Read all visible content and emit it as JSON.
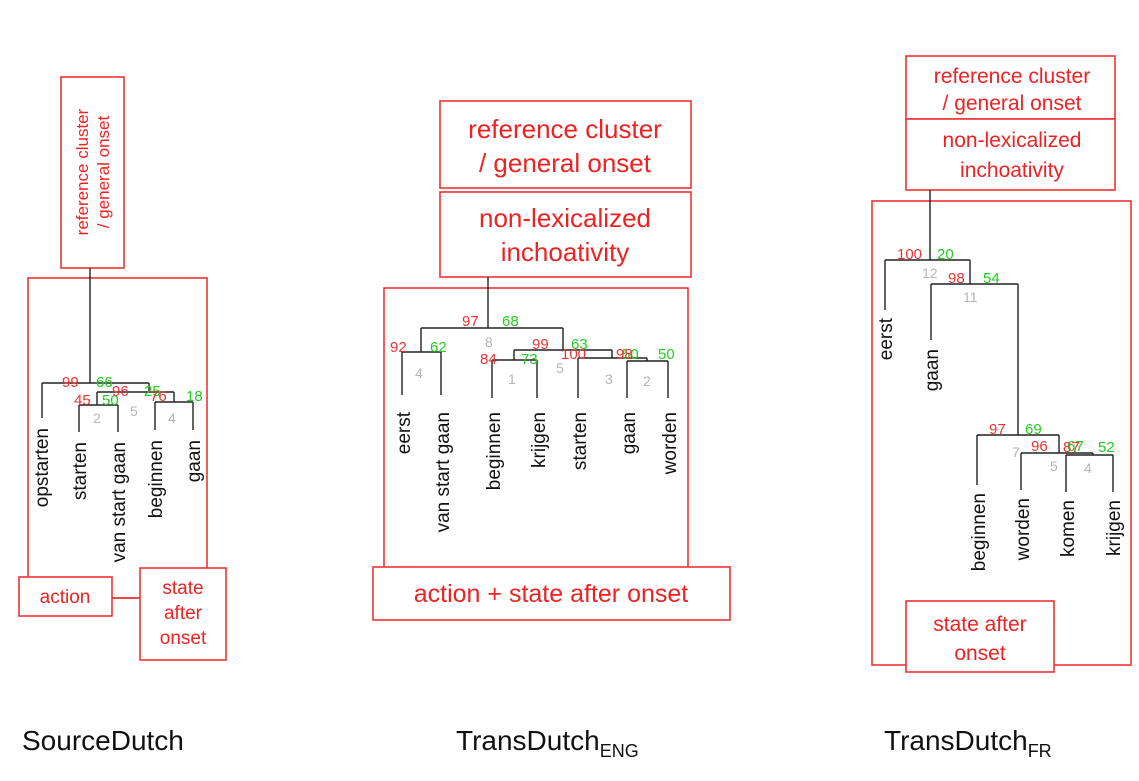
{
  "panels": [
    {
      "caption": "SourceDutch",
      "caption_sub": "",
      "boxes": {
        "reference": [
          "reference cluster",
          "/ general onset"
        ],
        "action": "action",
        "state": [
          "state",
          "after",
          "onset"
        ]
      },
      "leaves": [
        "opstarten",
        "starten",
        "van start gaan",
        "beginnen",
        "gaan"
      ],
      "au": [
        "99",
        "45",
        "96",
        "76"
      ],
      "bp": [
        "66",
        "50",
        "25",
        "18"
      ],
      "edge": [
        "2",
        "5",
        "4"
      ]
    },
    {
      "caption": "TransDutch",
      "caption_sub": "ENG",
      "boxes": {
        "reference": [
          "reference cluster",
          "/ general onset"
        ],
        "inchoative": [
          "non-lexicalized",
          "inchoativity"
        ],
        "action_state": "action + state after onset"
      },
      "leaves": [
        "eerst",
        "van start gaan",
        "beginnen",
        "krijgen",
        "starten",
        "gaan",
        "worden"
      ],
      "au": [
        "97",
        "92",
        "84",
        "99",
        "100",
        "98"
      ],
      "bp": [
        "68",
        "62",
        "73",
        "63",
        "50",
        "50"
      ],
      "edge": [
        "8",
        "4",
        "1",
        "5",
        "3",
        "2"
      ]
    },
    {
      "caption": "TransDutch",
      "caption_sub": "FR",
      "boxes": {
        "reference": [
          "reference cluster",
          "/ general onset"
        ],
        "inchoative": [
          "non-lexicalized",
          "inchoativity"
        ],
        "state": [
          "state after",
          "onset"
        ]
      },
      "leaves": [
        "eerst",
        "gaan",
        "beginnen",
        "worden",
        "komen",
        "krijgen"
      ],
      "au": [
        "100",
        "98",
        "97",
        "96",
        "87"
      ],
      "bp": [
        "20",
        "54",
        "69",
        "67",
        "52"
      ],
      "edge": [
        "12",
        "11",
        "7",
        "5",
        "4"
      ]
    }
  ]
}
